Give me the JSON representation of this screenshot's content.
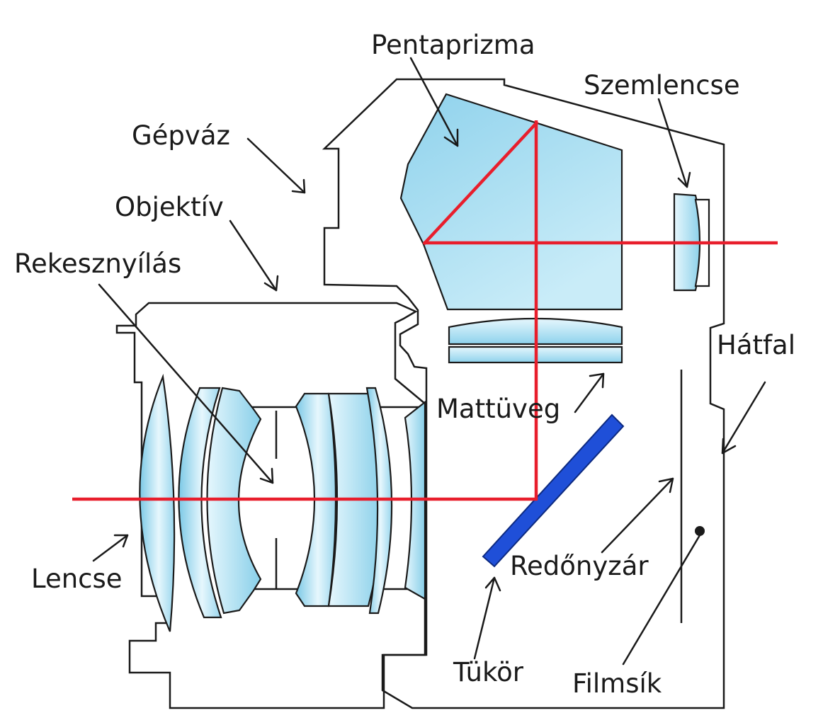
{
  "labels": {
    "pentaprism": "Pentaprizma",
    "eyepiece": "Szemlencse",
    "camera_body": "Gépváz",
    "objective": "Objektív",
    "aperture": "Rekesznyílás",
    "back_panel": "Hátfal",
    "focusing_screen": "Mattüveg",
    "lens": "Lencse",
    "shutter": "Redőnyzár",
    "mirror": "Tükör",
    "film_plane": "Filmsík"
  },
  "colors": {
    "light_ray": "#e81e2c",
    "glass_light": "#e3f6fc",
    "glass_dark": "#86cfea",
    "mirror": "#1f4fd8",
    "outline": "#1a1a1a"
  }
}
